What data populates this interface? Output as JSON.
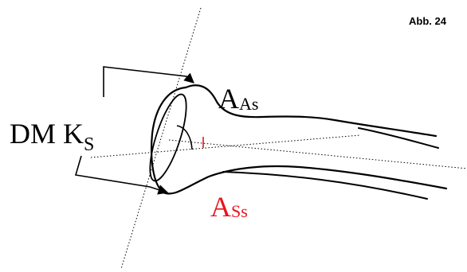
{
  "figure_caption": "Abb. 24",
  "labels": {
    "dm_main": "DM K",
    "dm_sub": "S",
    "upper_main": "A",
    "upper_sub": "As",
    "lower_main": "A",
    "lower_sub": "Ss"
  },
  "colors": {
    "ink": "#000000",
    "highlight": "#e8141c"
  }
}
